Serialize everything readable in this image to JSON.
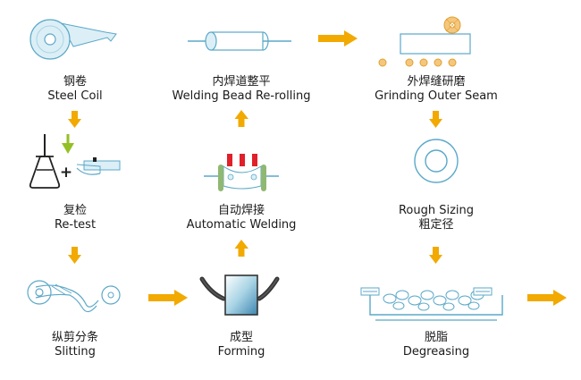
{
  "colors": {
    "arrow": "#F2A900",
    "line": "#5BA8C8",
    "fill_light": "#DCEFF6",
    "fill_mid": "#A9D4E5",
    "green": "#8FB872",
    "green_arrow": "#93C025",
    "red": "#E0202A",
    "text": "#1a1a1a"
  },
  "steps": {
    "steel_coil": {
      "zh": "钢卷",
      "en": "Steel Coil"
    },
    "retest": {
      "zh": "复检",
      "en": "Re-test"
    },
    "slitting": {
      "zh": "纵剪分条",
      "en": "Slitting"
    },
    "forming": {
      "zh": "成型",
      "en": "Forming"
    },
    "auto_welding": {
      "zh": "自动焊接",
      "en": "Automatic Welding"
    },
    "bead_rerolling": {
      "zh": "内焊道整平",
      "en": "Welding Bead Re-rolling"
    },
    "grinding": {
      "zh": "外焊缝研磨",
      "en": "Grinding Outer Seam"
    },
    "rough_sizing": {
      "zh": "粗定径",
      "en": "Rough Sizing"
    },
    "degreasing": {
      "zh": "脱脂",
      "en": "Degreasing"
    },
    "plus_sign": "+"
  }
}
